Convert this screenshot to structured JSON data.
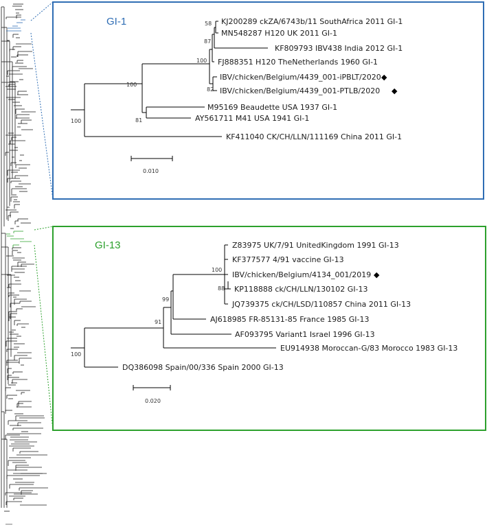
{
  "colors": {
    "gi1": "#2e6db4",
    "gi13": "#2ca02c",
    "branch": "#000000",
    "overview_branch": "#1a1a1a"
  },
  "gi1": {
    "title": "GI-1",
    "scale_label": "0.010",
    "marker_icon": "diamond-icon",
    "leaves": [
      {
        "label": "KJ200289 ckZA/6743b/11 SouthAfrica 2011 GI-1",
        "marked": false
      },
      {
        "label": "MN548287 H120 UK 2011 GI-1",
        "marked": false
      },
      {
        "label": "KF809793 IBV438 India 2012 GI-1",
        "marked": false
      },
      {
        "label": "FJ888351 H120 TheNetherlands 1960 GI-1",
        "marked": false
      },
      {
        "label": "IBV/chicken/Belgium/4439_001-iPBLT/2020",
        "marked": true
      },
      {
        "label": "IBV/chicken/Belgium/4439_001-PTLB/2020",
        "marked": true
      },
      {
        "label": "M95169 Beaudette USA 1937 GI-1",
        "marked": false
      },
      {
        "label": "AY561711 M41 USA 1941 GI-1",
        "marked": false
      },
      {
        "label": "KF411040 CK/CH/LLN/111169 China 2011 GI-1",
        "marked": false
      }
    ],
    "bootstrap": [
      "58",
      "87",
      "100",
      "100",
      "82",
      "81",
      "100"
    ]
  },
  "gi13": {
    "title": "GI-13",
    "scale_label": "0.020",
    "marker_icon": "diamond-icon",
    "leaves": [
      {
        "label": "Z83975 UK/7/91 UnitedKingdom 1991 GI-13",
        "marked": false
      },
      {
        "label": "KF377577 4/91 vaccine GI-13",
        "marked": false
      },
      {
        "label": "IBV/chicken/Belgium/4134_001/2019",
        "marked": true
      },
      {
        "label": "KP118888 ck/CH/LLN/130102 GI-13",
        "marked": false
      },
      {
        "label": "JQ739375 ck/CH/LSD/110857 China 2011 GI-13",
        "marked": false
      },
      {
        "label": "AJ618985 FR-85131-85 France 1985 GI-13",
        "marked": false
      },
      {
        "label": "AF093795 Variant1 Israel 1996 GI-13",
        "marked": false
      },
      {
        "label": "EU914938 Moroccan-G/83 Morocco 1983 GI-13",
        "marked": false
      },
      {
        "label": "DQ386098 Spain/00/336 Spain 2000 GI-13",
        "marked": false
      }
    ],
    "bootstrap": [
      "100",
      "88",
      "99",
      "91",
      "100"
    ]
  }
}
